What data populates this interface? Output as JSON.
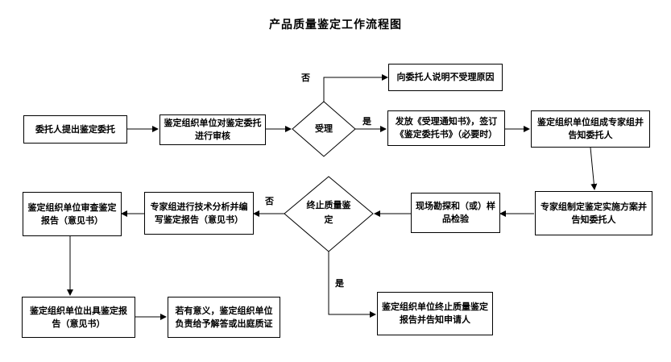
{
  "title": "产品质量鉴定工作流程图",
  "nodes": {
    "n1": "委托人提出鉴定委托",
    "n2": "鉴定组织单位对鉴定委托进行审核",
    "d1": "受理",
    "n3": "向委托人说明不受理原因",
    "n4": "发放《受理通知书》，签订《鉴定委托书》（必要时）",
    "n5": "鉴定组织单位组成专家组并告知委托人",
    "n6": "专家组制定鉴定实施方案并告知委托人",
    "n7": "现场勘探和（或）样品检验",
    "d2": "终止质量鉴定",
    "n8": "专家组进行技术分析并编写鉴定报告（意见书）",
    "n9": "鉴定组织单位审查鉴定报告（意见书）",
    "n10": "鉴定组织单位出具鉴定报告（意见书）",
    "n11": "若有意义，鉴定组织单位负责给予解答或出庭质证",
    "n12": "鉴定组织单位终止质量鉴定报告并告知申请人"
  },
  "edge_labels": {
    "no1": "否",
    "yes1": "是",
    "no2": "否",
    "yes2": "是"
  }
}
